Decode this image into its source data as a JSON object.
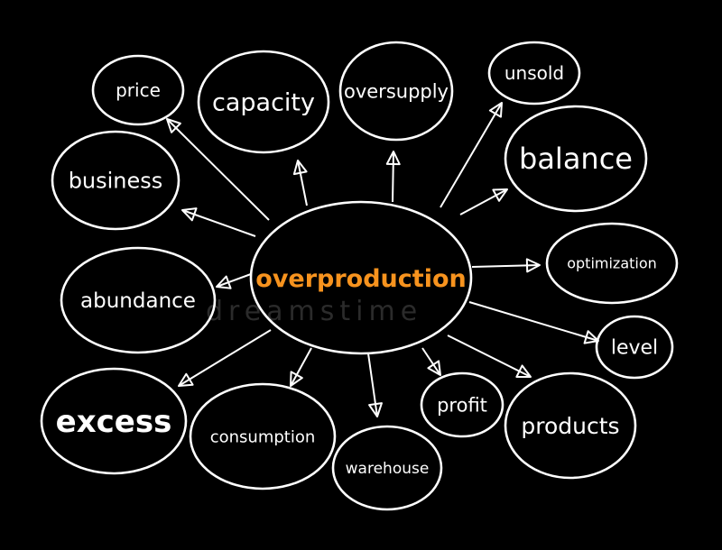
{
  "center": {
    "label": "overproduction",
    "color": "#f7931e"
  },
  "line_color": "#ffffff",
  "background_color": "#000000",
  "nodes": [
    {
      "id": "price",
      "label": "price"
    },
    {
      "id": "capacity",
      "label": "capacity"
    },
    {
      "id": "oversupply",
      "label": "oversupply"
    },
    {
      "id": "unsold",
      "label": "unsold"
    },
    {
      "id": "business",
      "label": "business"
    },
    {
      "id": "balance",
      "label": "balance"
    },
    {
      "id": "abundance",
      "label": "abundance"
    },
    {
      "id": "optimization",
      "label": "optimization"
    },
    {
      "id": "level",
      "label": "level"
    },
    {
      "id": "excess",
      "label": "excess"
    },
    {
      "id": "consumption",
      "label": "consumption"
    },
    {
      "id": "warehouse",
      "label": "warehouse"
    },
    {
      "id": "profit",
      "label": "profit"
    },
    {
      "id": "products",
      "label": "products"
    }
  ],
  "watermark": {
    "text": "dreamstime"
  }
}
